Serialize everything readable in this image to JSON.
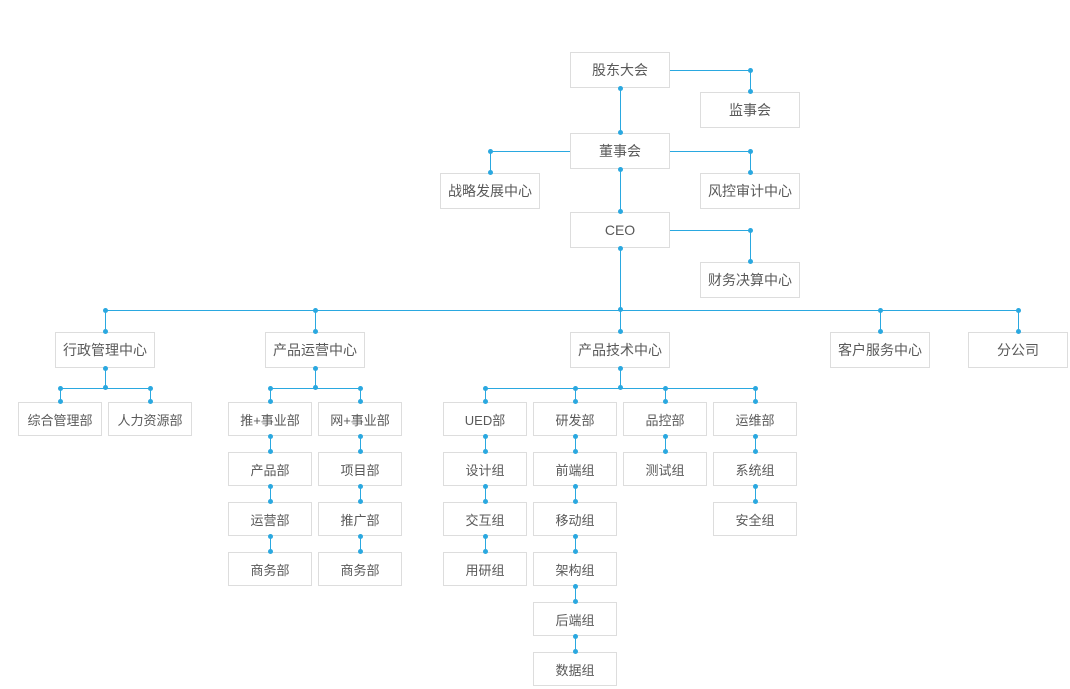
{
  "colors": {
    "connector": "#2aa8e0",
    "node_border": "#dddddd",
    "node_text": "#595959",
    "background": "#ffffff"
  },
  "nodes": {
    "shareholders": {
      "label": "股东大会"
    },
    "supervisory_board": {
      "label": "监事会"
    },
    "board_of_directors": {
      "label": "董事会"
    },
    "strategy_center": {
      "label": "战略发展中心"
    },
    "risk_audit_center": {
      "label": "风控审计中心"
    },
    "ceo": {
      "label": "CEO"
    },
    "finance_center": {
      "label": "财务决算中心"
    },
    "admin_center": {
      "label": "行政管理中心"
    },
    "product_ops_center": {
      "label": "产品运营中心"
    },
    "product_tech_center": {
      "label": "产品技术中心"
    },
    "customer_service_center": {
      "label": "客户服务中心"
    },
    "branch_company": {
      "label": "分公司"
    },
    "general_mgmt_dept": {
      "label": "综合管理部"
    },
    "hr_dept": {
      "label": "人力资源部"
    },
    "tui_business_unit": {
      "label": "推+事业部"
    },
    "wang_business_unit": {
      "label": "网+事业部"
    },
    "ued_dept": {
      "label": "UED部"
    },
    "rnd_dept": {
      "label": "研发部"
    },
    "qc_dept": {
      "label": "品控部"
    },
    "ops_dept": {
      "label": "运维部"
    },
    "product_dept": {
      "label": "产品部"
    },
    "operation_dept": {
      "label": "运营部"
    },
    "business_dept_tui": {
      "label": "商务部"
    },
    "project_dept": {
      "label": "项目部"
    },
    "promotion_dept": {
      "label": "推广部"
    },
    "business_dept_wang": {
      "label": "商务部"
    },
    "design_group": {
      "label": "设计组"
    },
    "interaction_group": {
      "label": "交互组"
    },
    "user_research_group": {
      "label": "用研组"
    },
    "frontend_group": {
      "label": "前端组"
    },
    "mobile_group": {
      "label": "移动组"
    },
    "architecture_group": {
      "label": "架构组"
    },
    "backend_group": {
      "label": "后端组"
    },
    "data_group": {
      "label": "数据组"
    },
    "testing_group": {
      "label": "测试组"
    },
    "system_group": {
      "label": "系统组"
    },
    "security_group": {
      "label": "安全组"
    }
  },
  "edges": [
    [
      "shareholders",
      "supervisory_board"
    ],
    [
      "shareholders",
      "board_of_directors"
    ],
    [
      "board_of_directors",
      "strategy_center"
    ],
    [
      "board_of_directors",
      "risk_audit_center"
    ],
    [
      "board_of_directors",
      "ceo"
    ],
    [
      "ceo",
      "finance_center"
    ],
    [
      "ceo",
      "admin_center"
    ],
    [
      "ceo",
      "product_ops_center"
    ],
    [
      "ceo",
      "product_tech_center"
    ],
    [
      "ceo",
      "customer_service_center"
    ],
    [
      "ceo",
      "branch_company"
    ],
    [
      "admin_center",
      "general_mgmt_dept"
    ],
    [
      "admin_center",
      "hr_dept"
    ],
    [
      "product_ops_center",
      "tui_business_unit"
    ],
    [
      "product_ops_center",
      "wang_business_unit"
    ],
    [
      "tui_business_unit",
      "product_dept"
    ],
    [
      "product_dept",
      "operation_dept"
    ],
    [
      "operation_dept",
      "business_dept_tui"
    ],
    [
      "wang_business_unit",
      "project_dept"
    ],
    [
      "project_dept",
      "promotion_dept"
    ],
    [
      "promotion_dept",
      "business_dept_wang"
    ],
    [
      "product_tech_center",
      "ued_dept"
    ],
    [
      "product_tech_center",
      "rnd_dept"
    ],
    [
      "product_tech_center",
      "qc_dept"
    ],
    [
      "product_tech_center",
      "ops_dept"
    ],
    [
      "ued_dept",
      "design_group"
    ],
    [
      "design_group",
      "interaction_group"
    ],
    [
      "interaction_group",
      "user_research_group"
    ],
    [
      "rnd_dept",
      "frontend_group"
    ],
    [
      "frontend_group",
      "mobile_group"
    ],
    [
      "mobile_group",
      "architecture_group"
    ],
    [
      "architecture_group",
      "backend_group"
    ],
    [
      "backend_group",
      "data_group"
    ],
    [
      "qc_dept",
      "testing_group"
    ],
    [
      "ops_dept",
      "system_group"
    ],
    [
      "system_group",
      "security_group"
    ]
  ]
}
